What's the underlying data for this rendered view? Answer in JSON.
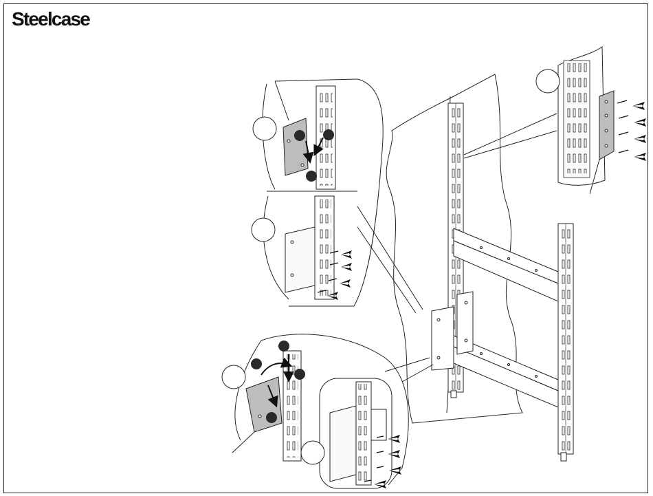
{
  "brand": {
    "logo_text": "Steelcase"
  },
  "colors": {
    "line": "#222222",
    "fill_light": "#f2f2f2",
    "fill_plate": "#bdbdbd",
    "marker": "#2a2a2a"
  },
  "steps": [
    {
      "id": "top-right",
      "label": ""
    },
    {
      "id": "upper-left-1",
      "label": ""
    },
    {
      "id": "upper-left-2",
      "label": ""
    },
    {
      "id": "lower-left-1",
      "label": ""
    },
    {
      "id": "lower-left-2",
      "label": ""
    }
  ]
}
